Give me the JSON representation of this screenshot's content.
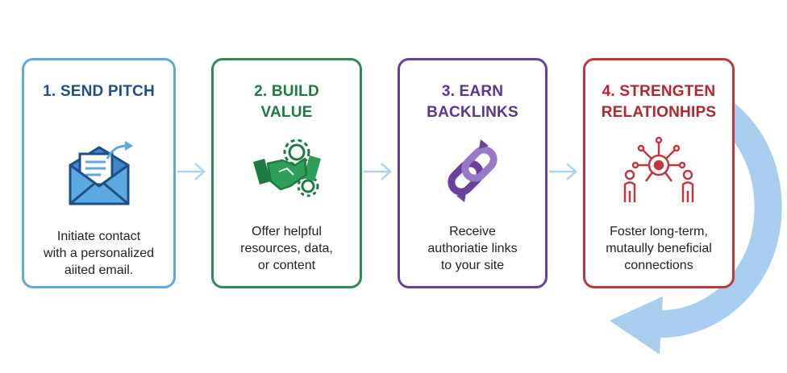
{
  "steps": [
    {
      "title": "1. SEND PITCH",
      "description": "Initiate contact\nwith a personalized\naiited email.",
      "icon": "envelope-icon",
      "color": "#5aa9e0"
    },
    {
      "title": "2. BUILD\nVALUE",
      "description": "Offer helpful\nresources, data,\nor content",
      "icon": "handshake-gear-icon",
      "color": "#2e8b57"
    },
    {
      "title": "3. EARN\nBACKLINKS",
      "description": "Receive\nauthoriatie links\nto your site",
      "icon": "chain-link-icon",
      "color": "#6b3fa0"
    },
    {
      "title": "4. STRENGTEN\nRELATIONHIPS",
      "description": "Foster long-term,\nmutaully beneficial\nconnections",
      "icon": "network-people-icon",
      "color": "#c1373d"
    }
  ],
  "connectors": {
    "icon": "chevron-right-icon",
    "color": "#a9d3f0"
  },
  "loop_arrow": {
    "icon": "circular-return-arrow-icon",
    "color": "#a8cdee"
  }
}
